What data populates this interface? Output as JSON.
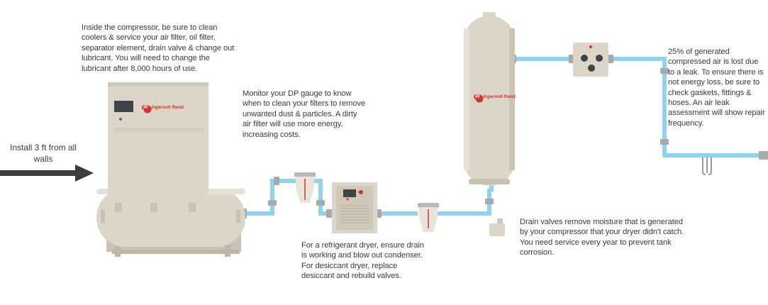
{
  "notes": {
    "compressor": "Inside the compressor, be sure to clean coolers & service your air filter, oil filter, separator element, drain valve & change out lubricant. You will need to change the lubricant after 8,000 hours of use.",
    "filter": "Monitor your DP gauge to know when to clean your filters to remove unwanted dust & particles. A dirty air filter will use more energy, increasing costs.",
    "dryer": "For a refrigerant dryer, ensure drain is working and blow out condenser. For desiccant dryer, replace desiccant and rebuild valves.",
    "drain": "Drain valves remove  moisture that is generated by your compressor that your dryer didn't catch. You need service every year to prevent tank corrosion.",
    "leak": "25% of generated compressed air is lost due to a leak. To ensure there is not energy loss, be sure to check gaskets, fittings & hoses. An air leak assessment will show repair frequency.",
    "clearance": "Install 3 ft from all walls"
  },
  "brand": {
    "logo_mark": "IR",
    "name": "Ingersoll Rand."
  },
  "colors": {
    "body": "#dcd6c8",
    "body_dark": "#c9c2b2",
    "pipe": "#8fd3ee",
    "fitting": "#a9a9a9",
    "panel": "#3e4448",
    "accent": "#d6322d",
    "arrow": "#3c3c3c"
  }
}
